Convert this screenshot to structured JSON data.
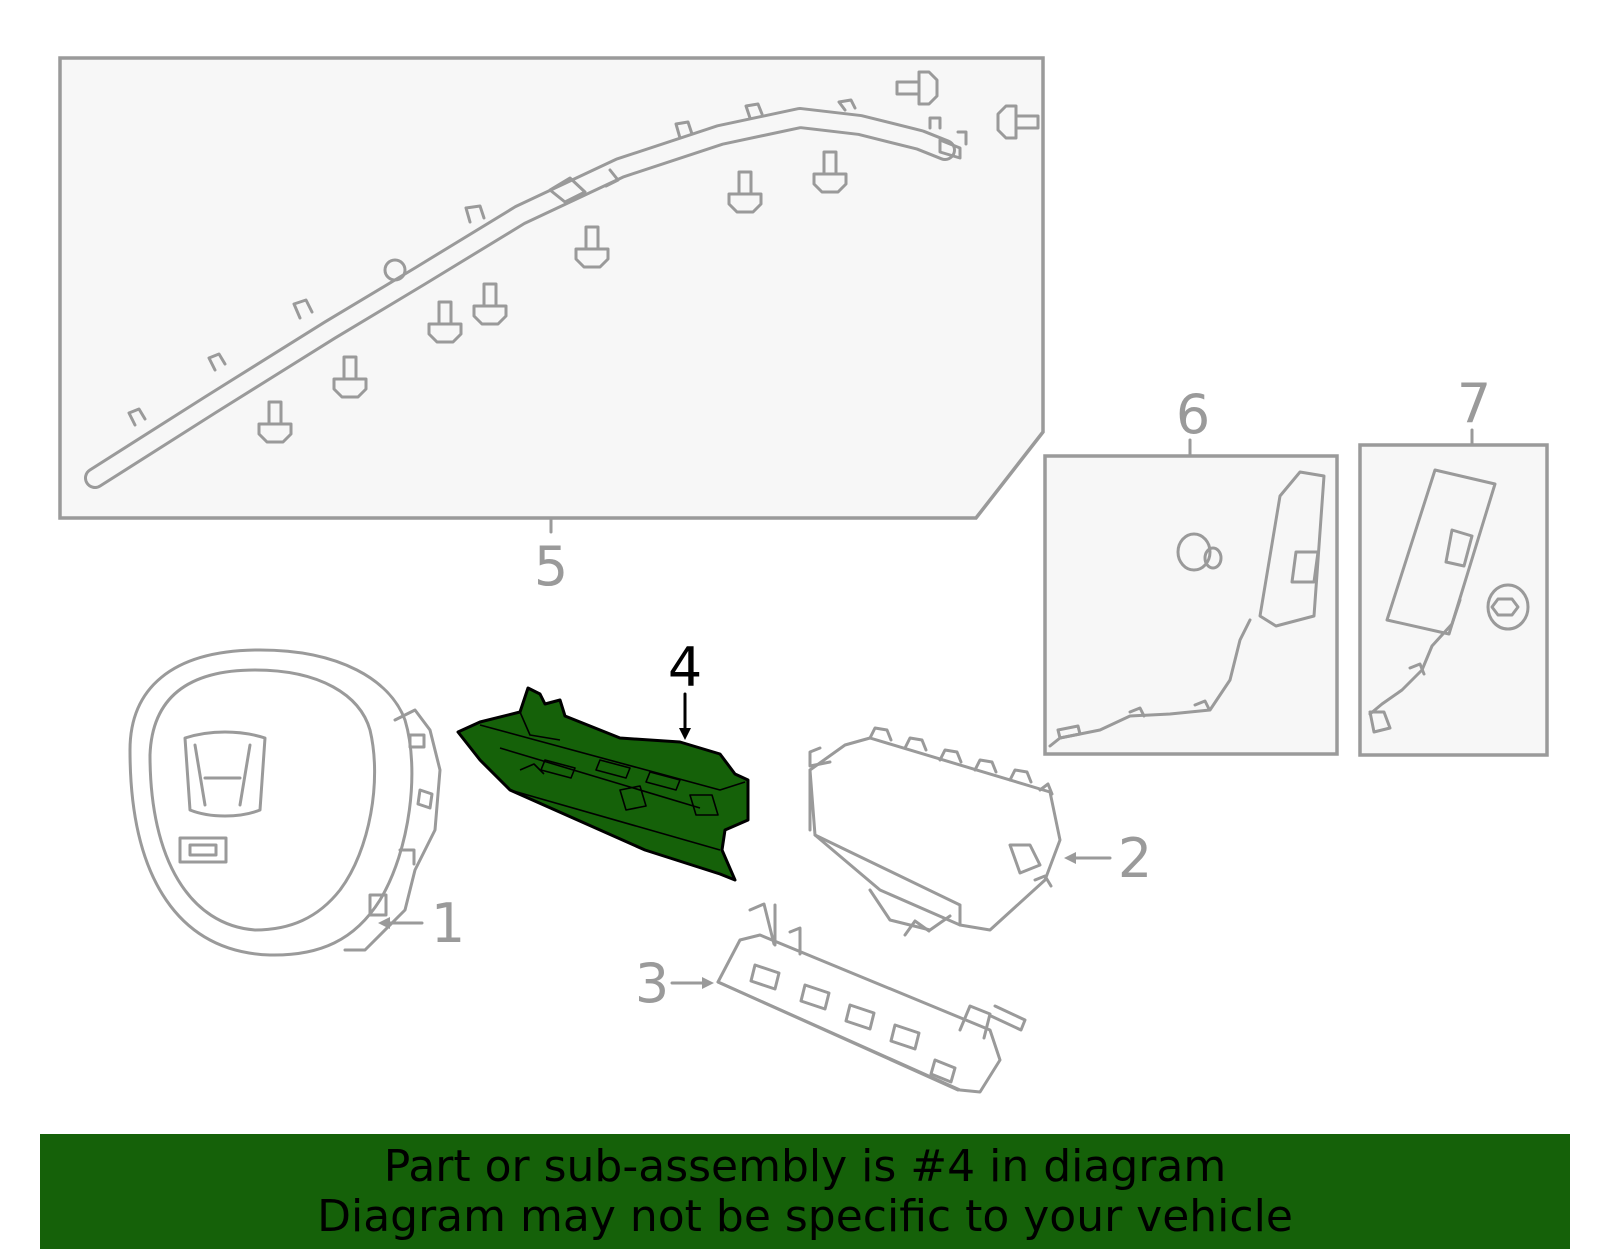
{
  "diagram": {
    "callouts": {
      "c1": "1",
      "c2": "2",
      "c3": "3",
      "c4": "4",
      "c5": "5",
      "c6": "6",
      "c7": "7"
    },
    "highlighted_part": "4",
    "colors": {
      "highlight_fill": "#156109",
      "line_gray": "#9a9a9a",
      "box_fill": "#f7f7f7",
      "banner_bg": "#156109"
    }
  },
  "banner": {
    "line1": "Part or sub-assembly is #4 in diagram",
    "line2": "Diagram may not be specific to your vehicle"
  }
}
